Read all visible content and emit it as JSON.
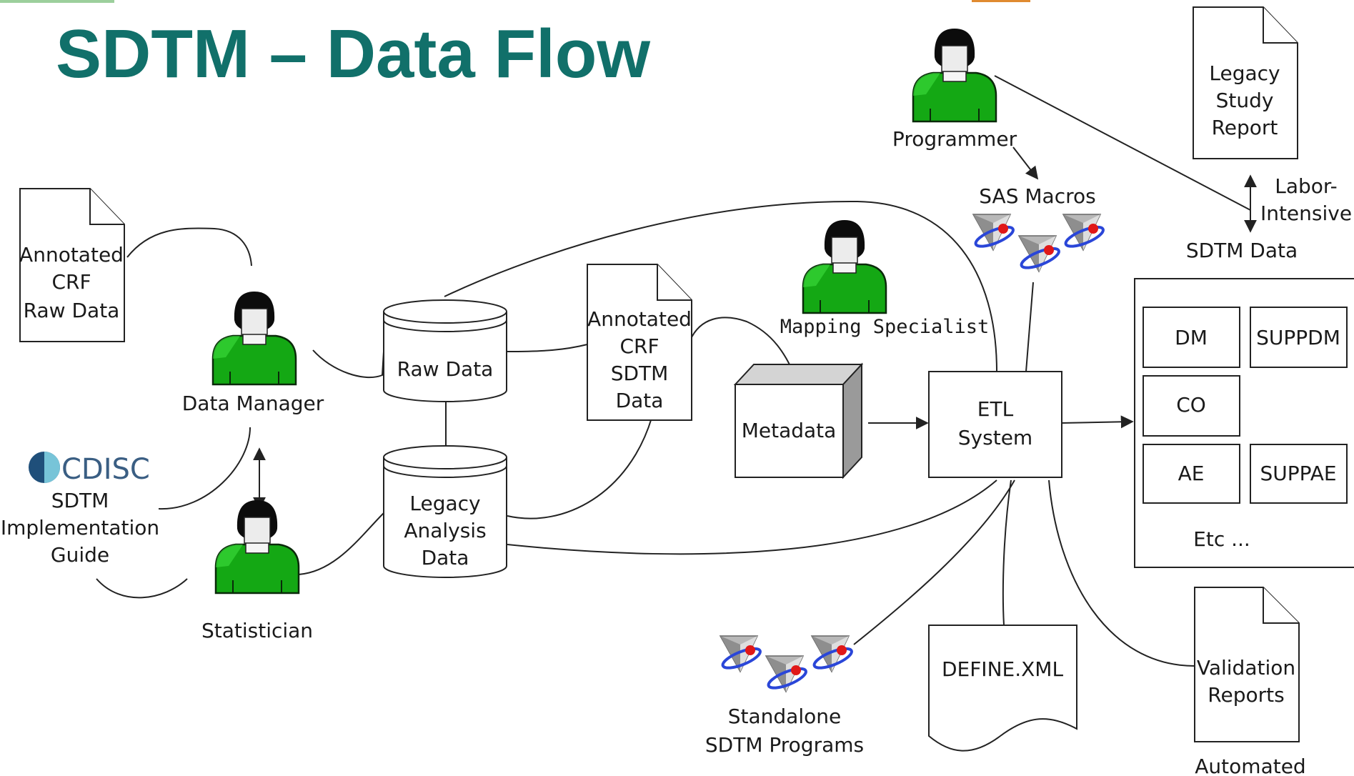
{
  "title": "SDTM – Data Flow",
  "people": {
    "programmer": "Programmer",
    "data_manager": "Data Manager",
    "statistician": "Statistician",
    "mapping_specialist": "Mapping Specialist"
  },
  "documents": {
    "annotated_crf_raw": [
      "Annotated",
      "CRF",
      "Raw Data"
    ],
    "annotated_crf_sdtm": [
      "Annotated",
      "CRF",
      "SDTM",
      "Data"
    ],
    "legacy_study_report": [
      "Legacy",
      "Study",
      "Report"
    ],
    "validation_reports": [
      "Validation",
      "Reports"
    ],
    "define_xml": "DEFINE.XML"
  },
  "databases": {
    "raw_data": "Raw Data",
    "legacy_analysis": [
      "Legacy",
      "Analysis",
      "Data"
    ]
  },
  "metadata": "Metadata",
  "etl": [
    "ETL",
    "System"
  ],
  "sas_macros": "SAS Macros",
  "standalone_programs": [
    "Standalone",
    "SDTM Programs"
  ],
  "labor_intensive": [
    "Labor-",
    "Intensive"
  ],
  "sdtm_data_label": "SDTM Data",
  "sdtm_domains": [
    "DM",
    "SUPPDM",
    "CO",
    "AE",
    "SUPPAE"
  ],
  "sdtm_etc": "Etc ...",
  "automated": "Automated",
  "cdisc": {
    "logo_text": "CDISC",
    "guide": [
      "SDTM",
      "Implementation",
      "Guide"
    ]
  }
}
